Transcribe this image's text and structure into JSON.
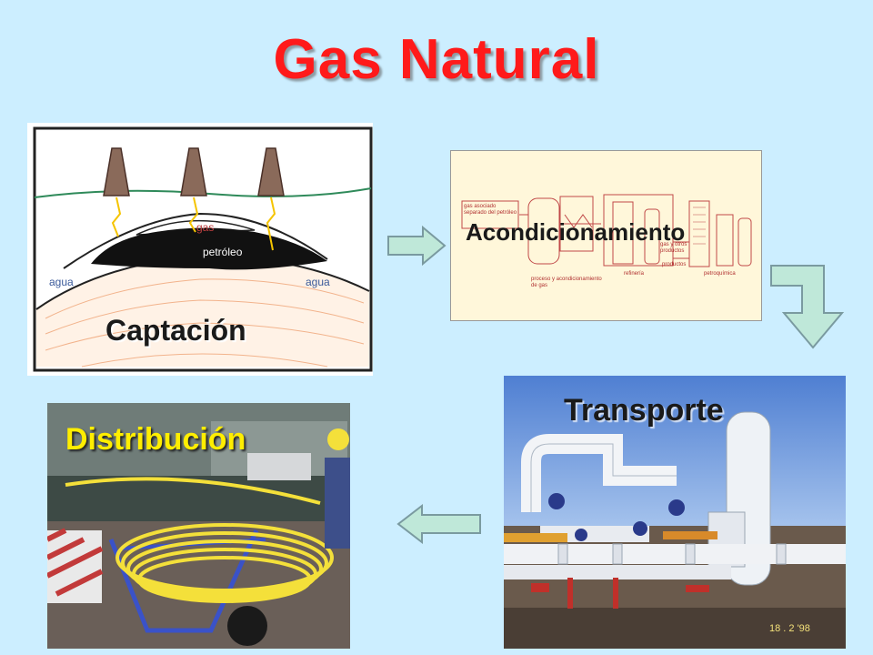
{
  "title": "Gas Natural",
  "stages": {
    "captacion": "Captación",
    "acondicionamiento": "Acondicionamiento",
    "transporte": "Transporte",
    "distribucion": "Distribución"
  },
  "captacion_diagram": {
    "gas": "gas",
    "petroleo": "petróleo",
    "agua_left": "agua",
    "agua_right": "agua"
  },
  "acond_diagram": {
    "label_separado": "gas asociado separado del petróleo",
    "label_proceso": "proceso y acondicionamiento de gas",
    "label_refineria": "refinería",
    "label_gas_otros": "gas y otros productos",
    "label_productos": "productos",
    "label_petroquimica": "petroquímica"
  },
  "photo_date": "18 . 2 '98",
  "colors": {
    "title": "#ff1a1a",
    "background": "#cceeff",
    "arrow_fill": "#bfe8d9",
    "arrow_stroke": "#7a9aa0",
    "distribucion_label": "#ffee00"
  }
}
